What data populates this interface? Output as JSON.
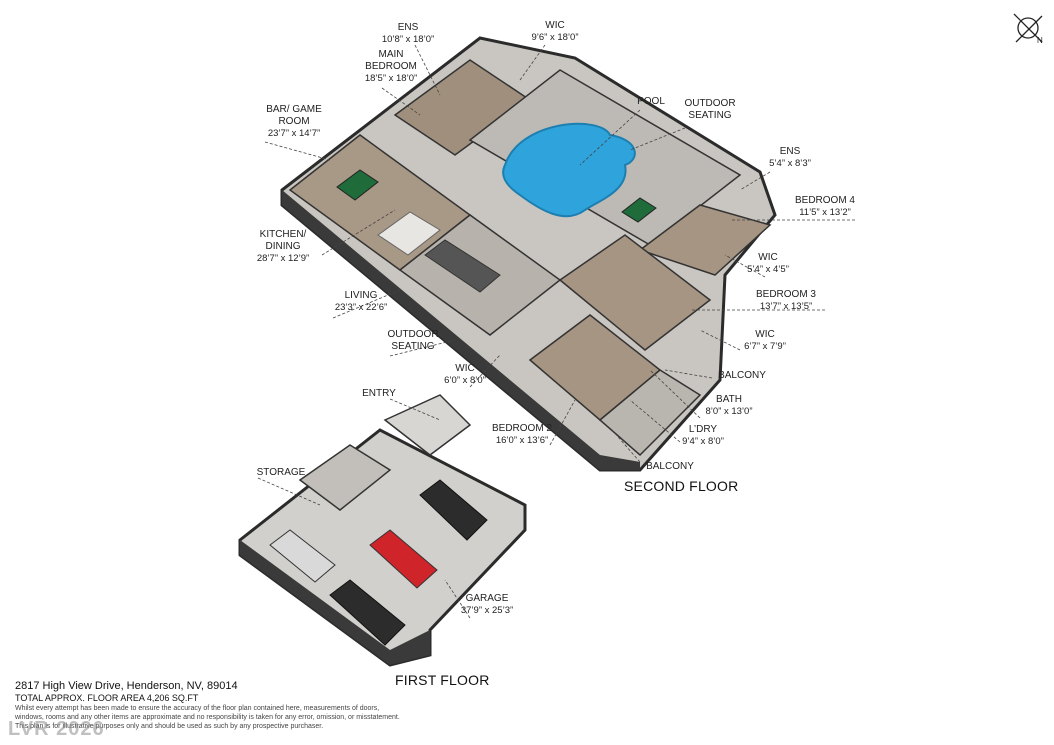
{
  "compass": {
    "north_label": "N"
  },
  "rooms": {
    "ens_main": {
      "name": "ENS",
      "dims": "10’8” x 18’0”"
    },
    "wic_main": {
      "name": "WIC",
      "dims": "9’6” x 18’0”"
    },
    "main_bedroom": {
      "name": "MAIN BEDROOM",
      "dims": "18’5” x 18’0”"
    },
    "bar_game_room": {
      "name": "BAR/ GAME ROOM",
      "dims": "23’7” x 14’7”"
    },
    "pool": {
      "name": "POOL",
      "dims": ""
    },
    "outdoor_seating_1": {
      "name": "OUTDOOR SEATING",
      "dims": ""
    },
    "ens_2": {
      "name": "ENS",
      "dims": "5’4” x 8’3”"
    },
    "bedroom_4": {
      "name": "BEDROOM 4",
      "dims": "11’5” x 13’2”"
    },
    "kitchen_dining": {
      "name": "KITCHEN/ DINING",
      "dims": "28’7” x 12’9”"
    },
    "wic_2": {
      "name": "WIC",
      "dims": "5’4” x 4’5”"
    },
    "living": {
      "name": "LIVING",
      "dims": "23’3” x 22’6”"
    },
    "bedroom_3": {
      "name": "BEDROOM 3",
      "dims": "13’7” x 13’5”"
    },
    "outdoor_seating_2": {
      "name": "OUTDOOR SEATING",
      "dims": ""
    },
    "wic_3": {
      "name": "WIC",
      "dims": "6’7” x 7’9”"
    },
    "wic_4": {
      "name": "WIC",
      "dims": "6’0” x 8’0”"
    },
    "balcony_1": {
      "name": "BALCONY",
      "dims": ""
    },
    "entry": {
      "name": "ENTRY",
      "dims": ""
    },
    "bath": {
      "name": "BATH",
      "dims": "8’0” x 13’0”"
    },
    "bedroom_2": {
      "name": "BEDROOM 2",
      "dims": "16’0” x 13’6”"
    },
    "ldry": {
      "name": "L’DRY",
      "dims": "9’4” x 8’0”"
    },
    "balcony_2": {
      "name": "BALCONY",
      "dims": ""
    },
    "storage": {
      "name": "STORAGE",
      "dims": ""
    },
    "garage": {
      "name": "GARAGE",
      "dims": "37’9” x 25’3”"
    }
  },
  "floors": {
    "second": "SECOND FLOOR",
    "first": "FIRST FLOOR"
  },
  "footer": {
    "address": "2817 High View Drive, Henderson, NV, 89014",
    "area": "TOTAL APPROX. FLOOR AREA 4,206 SQ.FT",
    "disclaimer_1": "Whilst every attempt has been made to ensure the accuracy of the floor plan contained here, measurements of doors,",
    "disclaimer_2": "windows, rooms and any other items are approximate and no responsibility is taken for any error, omission, or misstatement.",
    "disclaimer_3": "This plan is for illustrative purposes only and should be used as such by any prospective purchaser."
  },
  "watermark": "LVR 2026",
  "colors": {
    "pool": "#2fa3dc",
    "wall": "#2b2b2b",
    "floor": "#bfbbb5",
    "wood": "#a2917d"
  }
}
